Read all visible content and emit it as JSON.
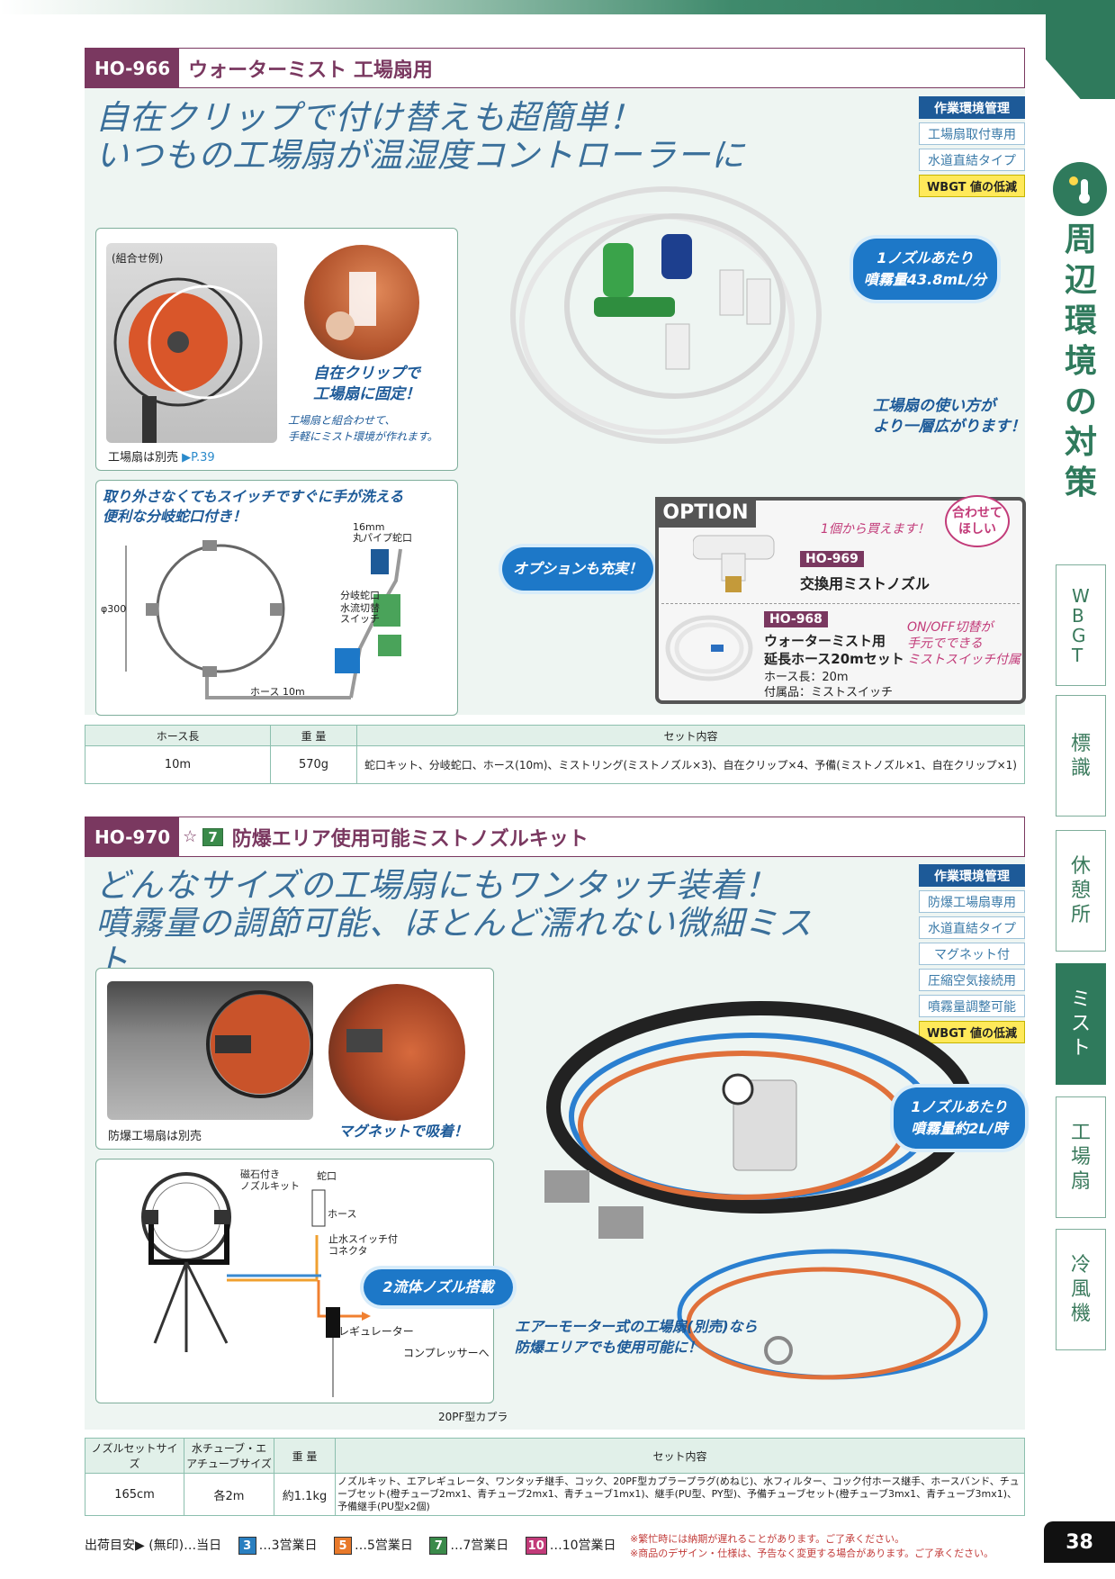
{
  "sec1": {
    "code": "HO-966",
    "title": "ウォーターミスト 工場扇用",
    "headline1": "自在クリップで付け替えも超簡単！",
    "headline2": "いつもの工場扇が温湿度コントローラーに",
    "tags": [
      "作業環境管理",
      "工場扇取付専用",
      "水道直結タイプ",
      "WBGT 値の低減"
    ],
    "example_label": "(組合せ例)",
    "fan_note": "工場扇は別売",
    "fan_ref": "▶P.39",
    "clip_title1": "自在クリップで",
    "clip_title2": "工場扇に固定！",
    "clip_text1": "工場扇と組合わせて、",
    "clip_text2": "手軽にミスト環境が作れます。",
    "bubble1": "1ノズルあたり",
    "bubble2": "噴霧量43.8mL/分",
    "usage1": "工場扇の使い方が",
    "usage2": "より一層広がります！",
    "diag_title1": "取り外さなくてもスイッチですぐに手が洗える",
    "diag_title2": "便利な分岐蛇口付き！",
    "diag_pipe1": "16mm",
    "diag_pipe2": "丸パイプ蛇口",
    "diag_branch": "分岐蛇口",
    "diag_switch1": "水流切替",
    "diag_switch2": "スイッチ",
    "diag_phi": "φ300",
    "diag_hose": "ホース 10m",
    "option_bubble": "オプションも充実！",
    "option_title": "OPTION",
    "option_buy": "1個から買えます！",
    "option_sticker1": "合わせて",
    "option_sticker2": "ほしい",
    "opt1_code": "HO-969",
    "opt1_name": "交換用ミストノズル",
    "opt2_code": "HO-968",
    "opt2_name1": "ウォーターミスト用",
    "opt2_name2": "延長ホース20mセット",
    "opt2_spec1": "ホース長：20m",
    "opt2_spec2": "付属品：ミストスイッチ",
    "opt2_note1": "ON/OFF切替が",
    "opt2_note2": "手元でできる",
    "opt2_note3": "ミストスイッチ付属",
    "table": {
      "headers": [
        "ホース長",
        "重 量",
        "セット内容"
      ],
      "row": [
        "10m",
        "570g",
        "蛇口キット、分岐蛇口、ホース(10m)、ミストリング(ミストノズル×3)、自在クリップ×4、予備(ミストノズル×1、自在クリップ×1)"
      ]
    }
  },
  "sec2": {
    "code": "HO-970",
    "star": "☆",
    "badge": "7",
    "title": "防爆エリア使用可能ミストノズルキット",
    "headline1": "どんなサイズの工場扇にもワンタッチ装着！",
    "headline2": "噴霧量の調節可能、ほとんど濡れない微細ミスト",
    "tags": [
      "作業環境管理",
      "防爆工場扇専用",
      "水道直結タイプ",
      "マグネット付",
      "圧縮空気接続用",
      "噴霧量調整可能",
      "WBGT 値の低減"
    ],
    "fan_note": "防爆工場扇は別売",
    "magnet": "マグネットで吸着！",
    "bubble1": "1ノズルあたり",
    "bubble2": "噴霧量約2L/時",
    "fluid_bubble": "2流体ノズル搭載",
    "diag_nozzle1": "磁石付き",
    "diag_nozzle2": "ノズルキット",
    "diag_tap": "蛇口",
    "diag_hose": "ホース",
    "diag_conn1": "止水スイッチ付",
    "diag_conn2": "コネクタ",
    "diag_reg": "レギュレーター",
    "diag_comp": "コンプレッサーへ",
    "diag_coupler": "20PF型カプラ",
    "air_note1": "エアーモーター式の工場扇(別売)なら",
    "air_note2": "防爆エリアでも使用可能に！",
    "table": {
      "headers": [
        "ノズルセットサイズ",
        "水チューブ・エアチューブサイズ",
        "重 量",
        "セット内容"
      ],
      "row": [
        "165cm",
        "各2m",
        "約1.1kg",
        "ノズルキット、エアレギュレータ、ワンタッチ継手、コック、20PF型カプラープラグ(めねじ)、水フィルター、コック付ホース継手、ホースバンド、チューブセット(橙チューブ2mx1、青チューブ2mx1、青チューブ1mx1)、継手(PU型、PY型)、予備チューブセット(橙チューブ3mx1、青チューブ3mx1)、予備継手(PU型x2個)"
      ]
    }
  },
  "side": {
    "heading": "周辺環境の対策",
    "tabs": [
      "WBGT",
      "標識",
      "休憩所",
      "ミスト",
      "工場扇",
      "冷風機"
    ]
  },
  "footer": {
    "shipping": "出荷目安▶ (無印)…当日",
    "d3": "3",
    "d3_label": "…3営業日",
    "d5": "5",
    "d5_label": "…5営業日",
    "d7": "7",
    "d7_label": "…7営業日",
    "d10": "10",
    "d10_label": "…10営業日",
    "note1": "※繁忙時には納期が遅れることがあります。ご了承ください。",
    "note2": "※商品のデザイン・仕様は、予告なく変更する場合があります。ご了承ください。",
    "page": "38"
  }
}
